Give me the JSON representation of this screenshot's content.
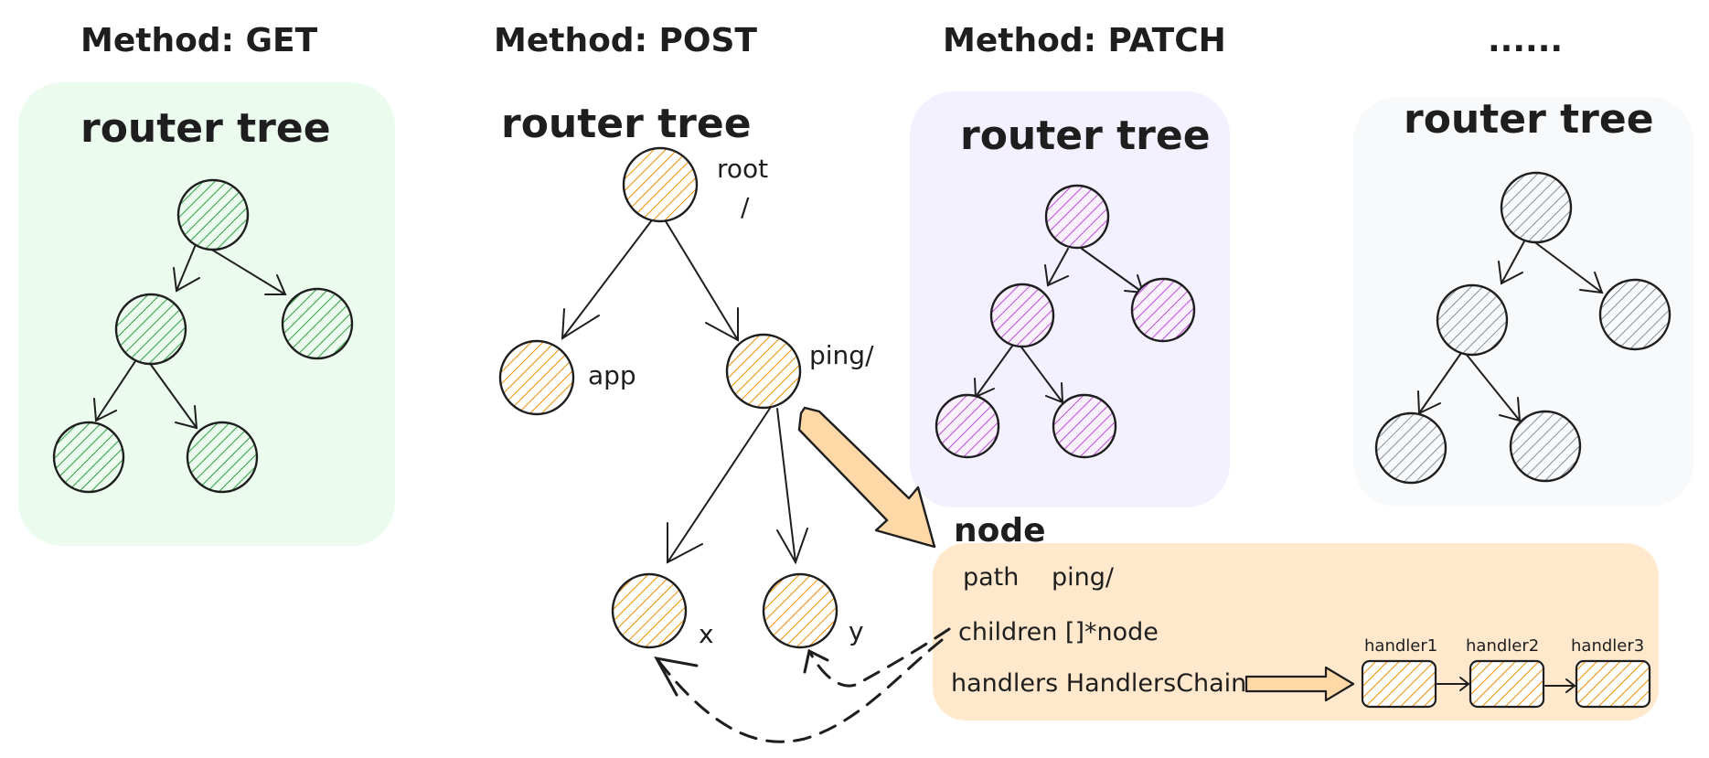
{
  "columns": [
    {
      "method_title": "Method: GET",
      "tree_title": "router tree"
    },
    {
      "method_title": "Method: POST",
      "tree_title": "router tree"
    },
    {
      "method_title": "Method: PATCH",
      "tree_title": "router tree"
    },
    {
      "method_title": "......",
      "tree_title": "router tree"
    }
  ],
  "post_tree": {
    "root_label": "root",
    "root_path": "/",
    "app_label": "app",
    "ping_label": "ping/",
    "x_label": "x",
    "y_label": "y"
  },
  "node_struct": {
    "title": "node",
    "path_field": "path",
    "path_value": "ping/",
    "children_field": "children []*node",
    "handlers_field": "handlers HandlersChain",
    "handlers": [
      "handler1",
      "handler2",
      "handler3"
    ]
  },
  "colors": {
    "green_fill": "#2f9e44",
    "green_bg": "#ebfbee",
    "orange_fill": "#f08c00",
    "orange_bg": "#ffe8cc",
    "purple_fill": "#be4bdb",
    "purple_bg": "#f3f0ff",
    "gray_fill": "#868e96",
    "gray_bg": "#f8f9fa",
    "arrow_fill": "#ffd8a8",
    "ink": "#1e1e1e"
  }
}
